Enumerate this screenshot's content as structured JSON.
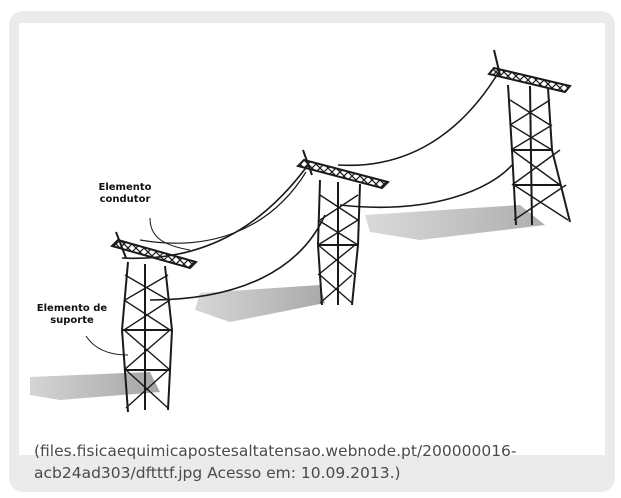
{
  "labels": {
    "conductor": "Elemento\ncondutor",
    "support": "Elemento de\nsuporte"
  },
  "caption": {
    "line1": "(files.fisicaequimicapostesaltatensao.webnode.pt/200000016-",
    "line2": "acb24ad303/dftttf.jpg Acesso em: 10.09.2013.)"
  },
  "colors": {
    "frame": "#ebebeb",
    "tower": "#1a1a1a",
    "shadow": "#b8b8b8",
    "caption": "#4a4a4a"
  }
}
